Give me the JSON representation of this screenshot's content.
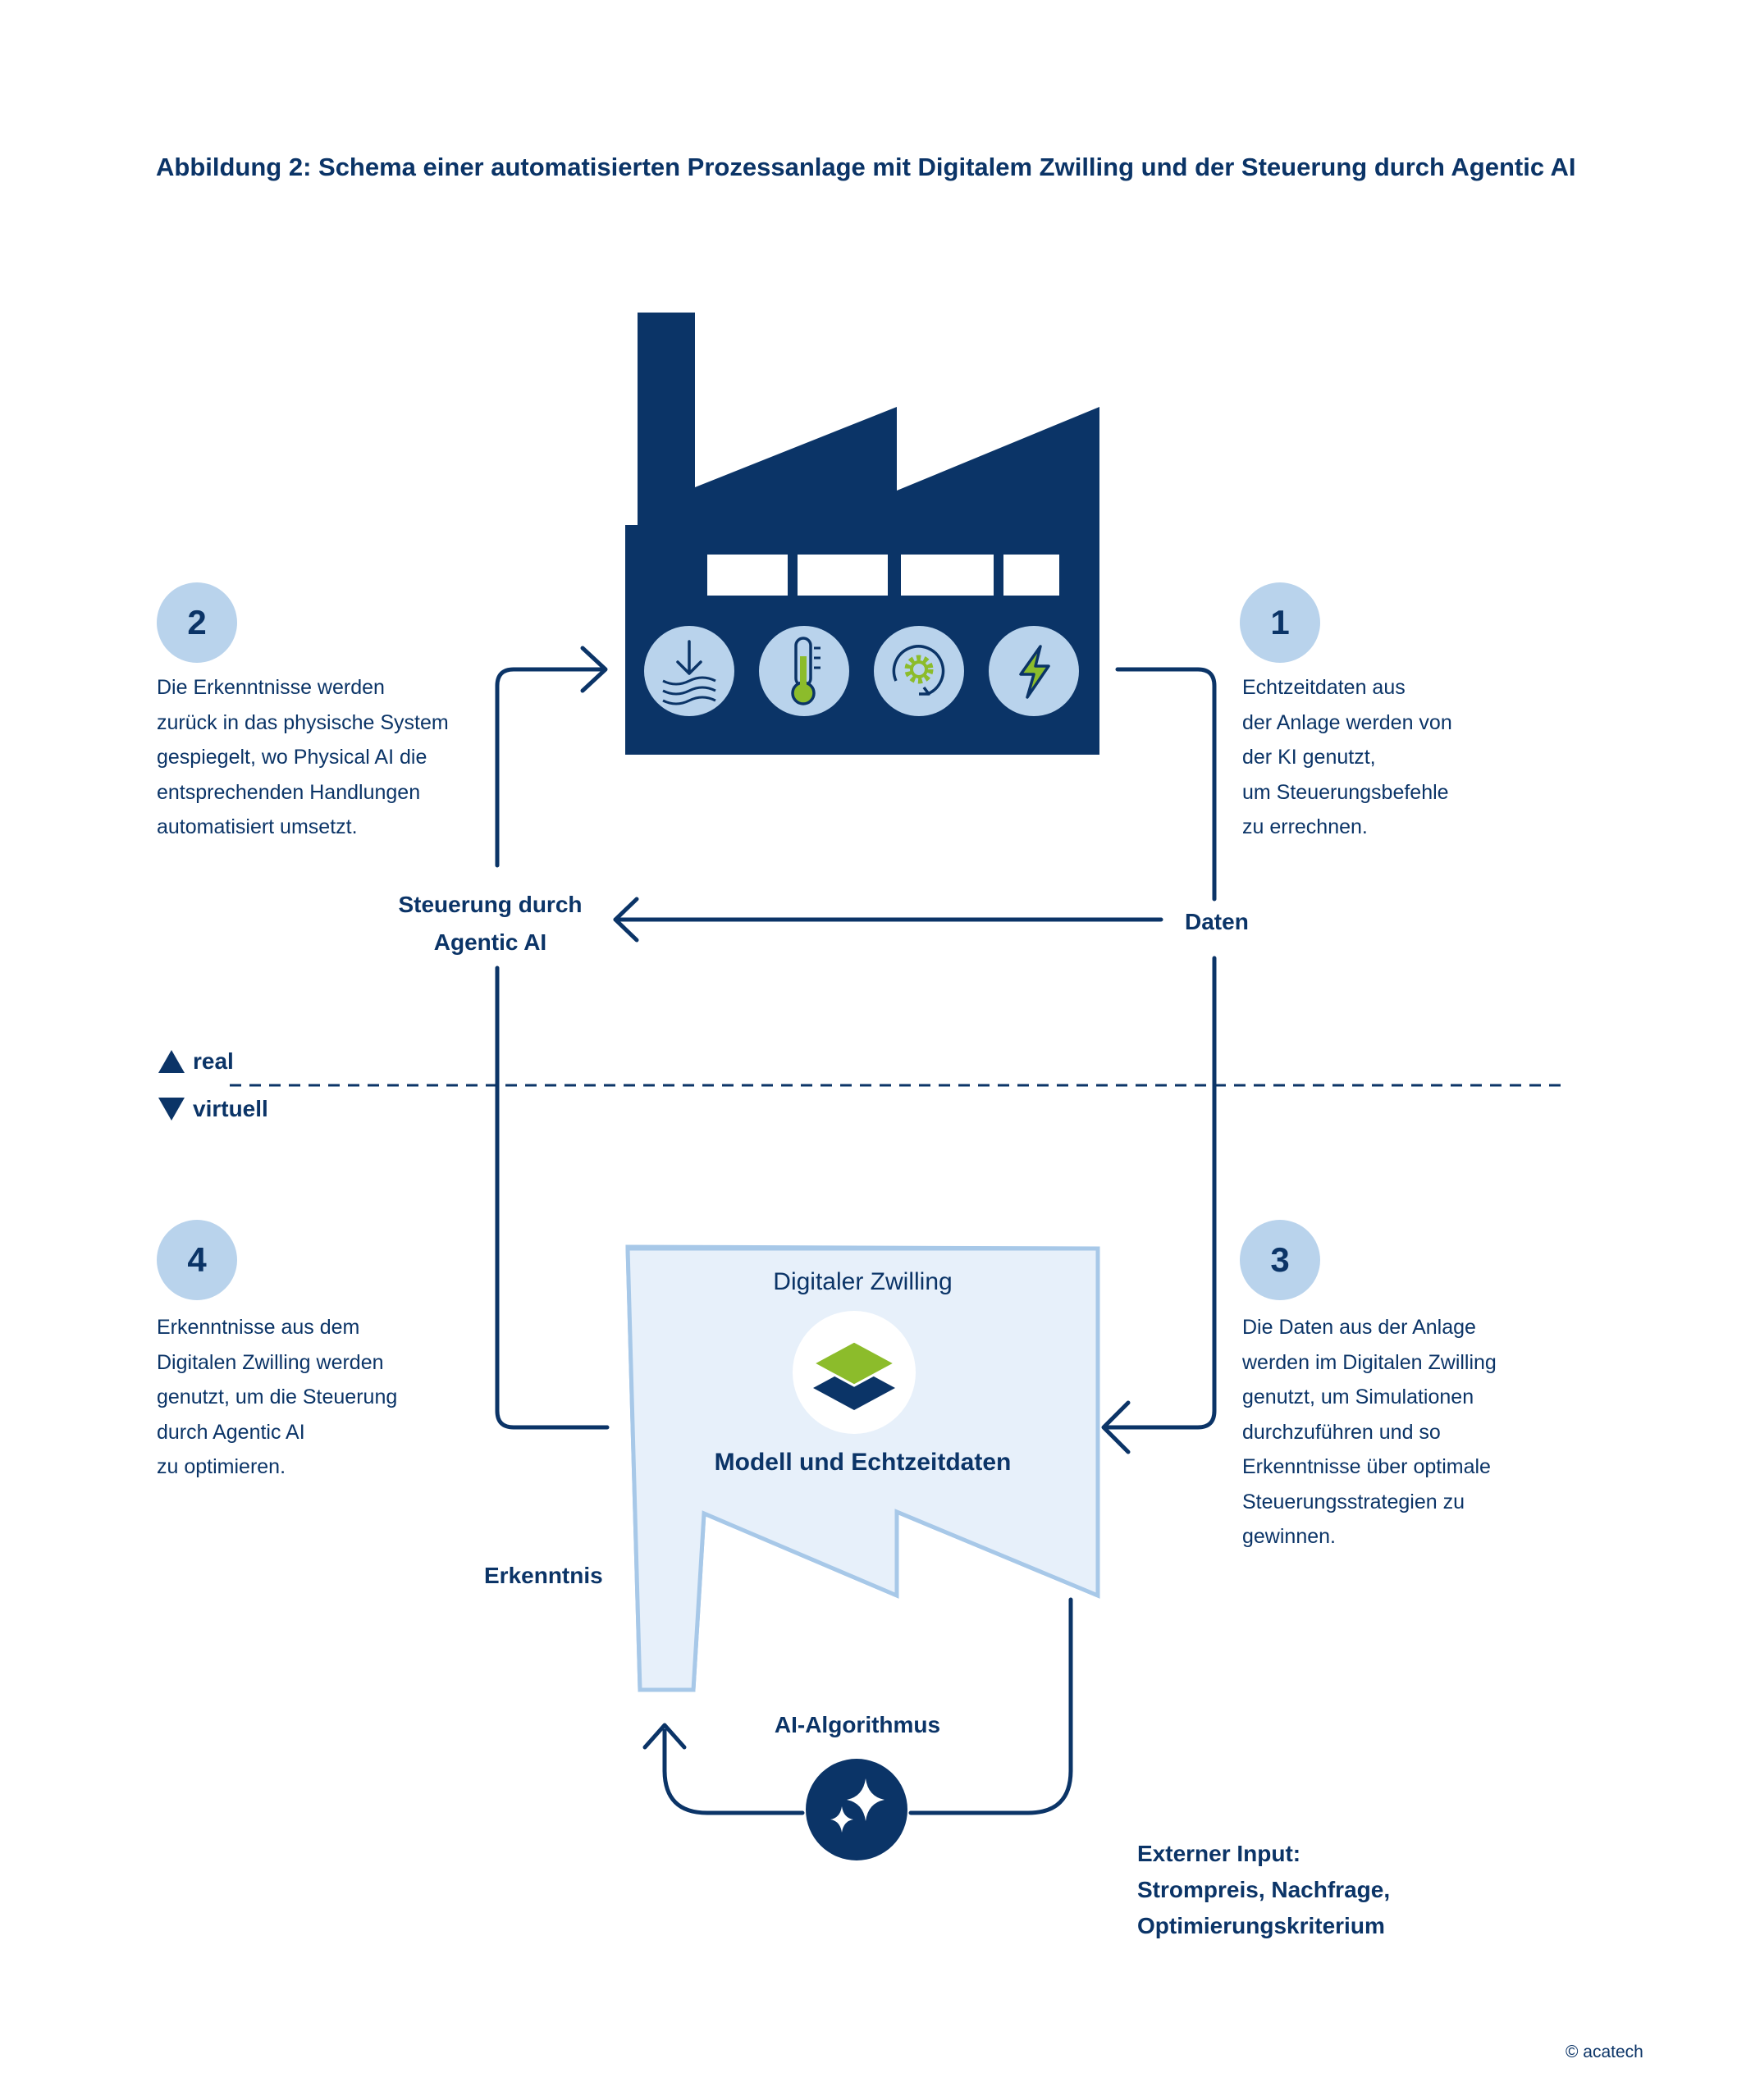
{
  "title": "Abbildung 2: Schema einer automatisierten Prozessanlage mit Digitalem Zwilling und der Steuerung durch Agentic AI",
  "steps": [
    {
      "number": "1",
      "text": "Echtzeitdaten aus\nder Anlage werden von\nder KI genutzt,\num Steuerungsbefehle\nzu errechnen."
    },
    {
      "number": "2",
      "text": "Die Erkenntnisse werden\nzurück in das physische System\ngespiegelt, wo Physical AI die\nentsprechenden Handlungen\nautomatisiert umsetzt."
    },
    {
      "number": "3",
      "text": "Die Daten aus der Anlage\nwerden im Digitalen Zwilling\ngenutzt, um Simulationen\ndurchzuführen und so\nErkenntnisse über optimale\nSteuerungsstrategien zu\ngewinnen."
    },
    {
      "number": "4",
      "text": "Erkenntnisse aus dem\nDigitalen Zwilling werden\ngenutzt, um die Steuerung\ndurch Agentic AI\nzu optimieren."
    }
  ],
  "labels": {
    "steuerung": "Steuerung durch\nAgentic AI",
    "daten": "Daten",
    "real": "real",
    "virtuell": "virtuell",
    "twin_title": "Digitaler Zwilling",
    "twin_subtitle": "Modell und Echtzeitdaten",
    "erkenntnis": "Erkenntnis",
    "ai_algorithm": "AI-Algorithmus",
    "external_input": "Externer Input:\nStrompreis, Nachfrage,\nOptimierungskriterium"
  },
  "factory_icons": [
    "download-waves-icon",
    "thermometer-icon",
    "gear-cycle-icon",
    "lightning-icon"
  ],
  "colors": {
    "navy": "#0b3467",
    "light_blue": "#b9d3ec",
    "twin_fill": "#e7f0fa",
    "twin_stroke": "#a7c8e8",
    "green": "#8cbc2b"
  },
  "copyright": "© acatech"
}
